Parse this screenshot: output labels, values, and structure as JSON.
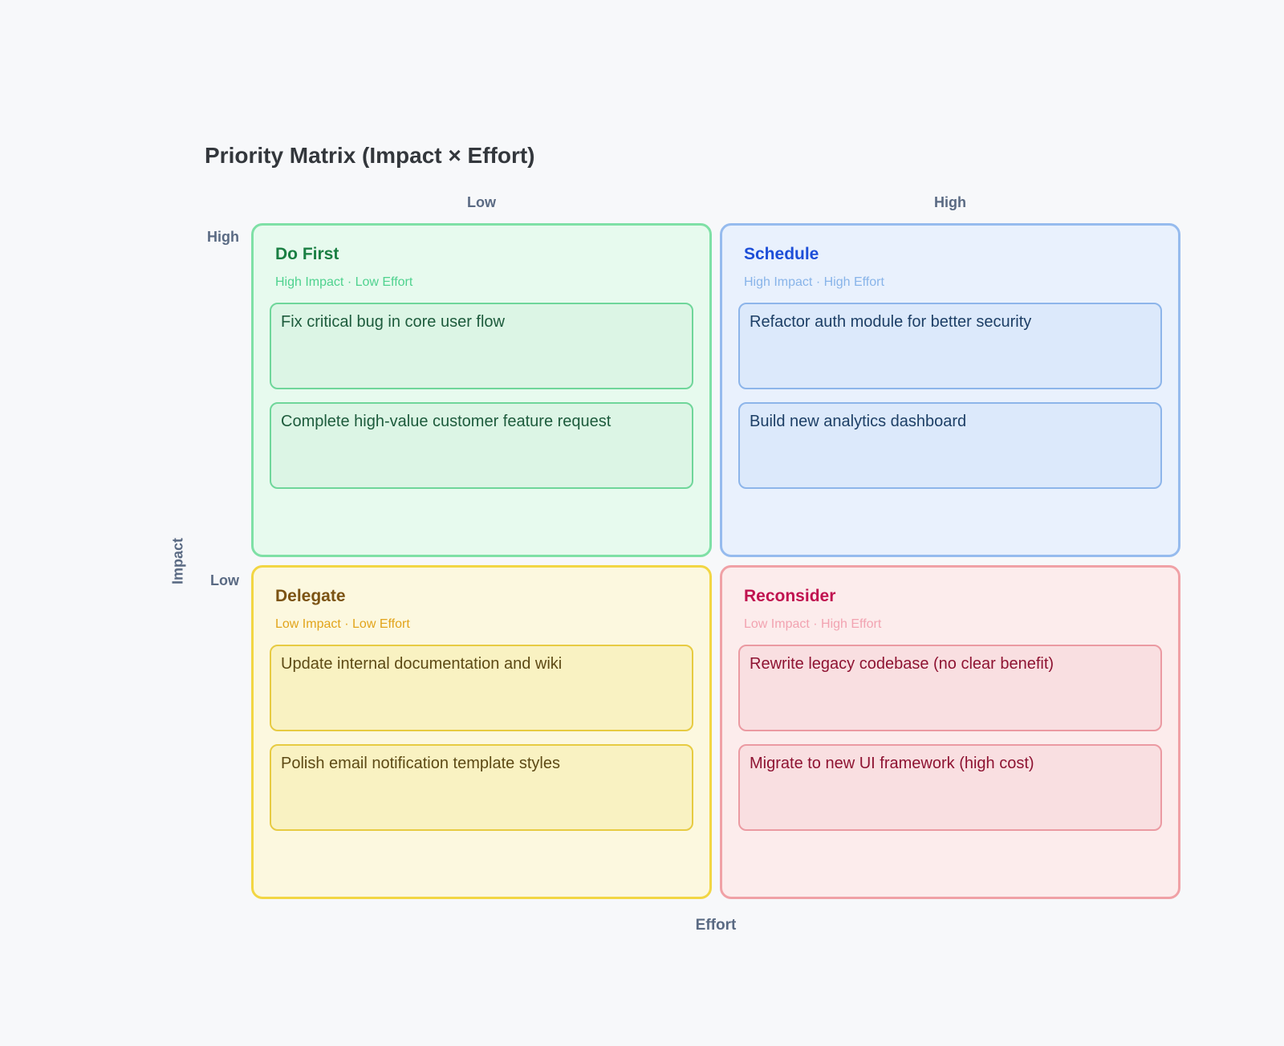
{
  "page": {
    "background": "#f7f8fa",
    "title": "Priority Matrix (Impact × Effort)",
    "title_color": "#33373c"
  },
  "axis": {
    "y_name": "Impact",
    "x_name": "Effort",
    "col_labels": [
      "Low",
      "High"
    ],
    "row_labels": [
      "High",
      "Low"
    ],
    "label_color": "#5a6a83"
  },
  "quadrants": [
    {
      "name": "do-first",
      "title": "Do First",
      "subtitle": "High Impact · Low Effort",
      "tasks": [
        "Fix critical bug in core user flow",
        "Complete high-value customer feature request"
      ],
      "colors": {
        "bg": "#e7faee",
        "border": "#7fe0a6",
        "title": "#1a7f43",
        "subtitle": "#4fd28f",
        "card_bg": "#dcf5e5",
        "card_border": "#6fd69a",
        "card_text": "#1d5b3c"
      }
    },
    {
      "name": "schedule",
      "title": "Schedule",
      "subtitle": "High Impact · High Effort",
      "tasks": [
        "Refactor auth module for better security",
        "Build new analytics dashboard"
      ],
      "colors": {
        "bg": "#e9f1fd",
        "border": "#96bbee",
        "title": "#1d4ed8",
        "subtitle": "#88b4e9",
        "card_bg": "#dce9fb",
        "card_border": "#8db5ea",
        "card_text": "#1d3f66"
      }
    },
    {
      "name": "delegate",
      "title": "Delegate",
      "subtitle": "Low Impact · Low Effort",
      "tasks": [
        "Update internal documentation and wiki",
        "Polish email notification template styles"
      ],
      "colors": {
        "bg": "#fcf8df",
        "border": "#f2d644",
        "title": "#7b5313",
        "subtitle": "#e2a41b",
        "card_bg": "#f9f2c2",
        "card_border": "#e7cb42",
        "card_text": "#5d4a15"
      }
    },
    {
      "name": "reconsider",
      "title": "Reconsider",
      "subtitle": "Low Impact · High Effort",
      "tasks": [
        "Rewrite legacy codebase (no clear benefit)",
        "Migrate to new UI framework (high cost)"
      ],
      "colors": {
        "bg": "#fcecec",
        "border": "#f0a1a6",
        "title": "#c01350",
        "subtitle": "#f2a3b1",
        "card_bg": "#f9dfe1",
        "card_border": "#eb9aa2",
        "card_text": "#8e1332"
      }
    }
  ]
}
